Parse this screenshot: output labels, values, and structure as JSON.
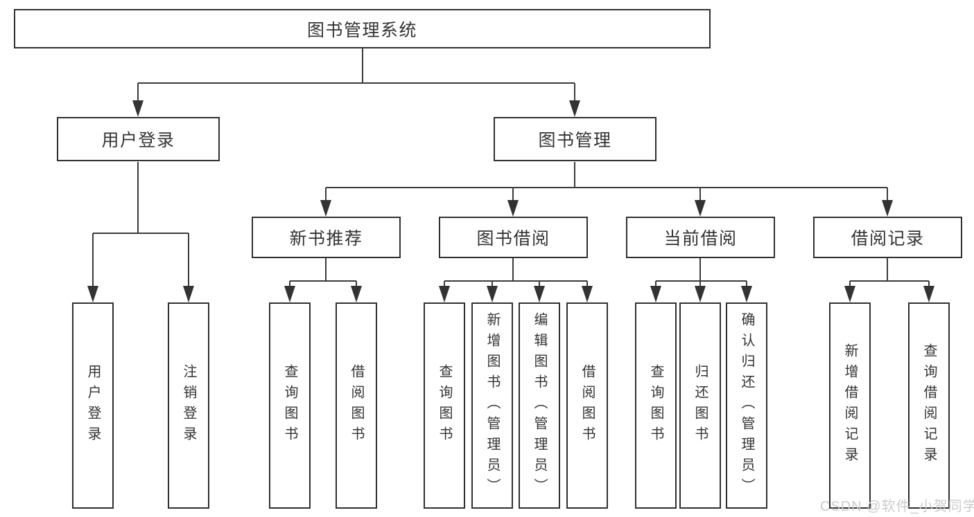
{
  "diagram_title": "图书管理系统",
  "tree": {
    "root": "图书管理系统",
    "children": [
      {
        "label": "用户登录",
        "children": [
          "用户登录",
          "注销登录"
        ]
      },
      {
        "label": "图书管理",
        "children": [
          {
            "label": "新书推荐",
            "children": [
              "查询图书",
              "借阅图书"
            ]
          },
          {
            "label": "图书借阅",
            "children": [
              "查询图书",
              "新增图书（管理员）",
              "编辑图书（管理员）",
              "借阅图书"
            ]
          },
          {
            "label": "当前借阅",
            "children": [
              "查询图书",
              "归还图书",
              "确认归还（管理员）"
            ]
          },
          {
            "label": "借阅记录",
            "children": [
              "新增借阅记录",
              "查询借阅记录"
            ]
          }
        ]
      }
    ]
  },
  "watermark": "CSDN @软件_小贺同学",
  "colors": {
    "line": "#3a3a3a",
    "box_border": "#2f2f2f",
    "text": "#333333",
    "background": "#ffffff",
    "watermark": "#cbcbcb"
  }
}
